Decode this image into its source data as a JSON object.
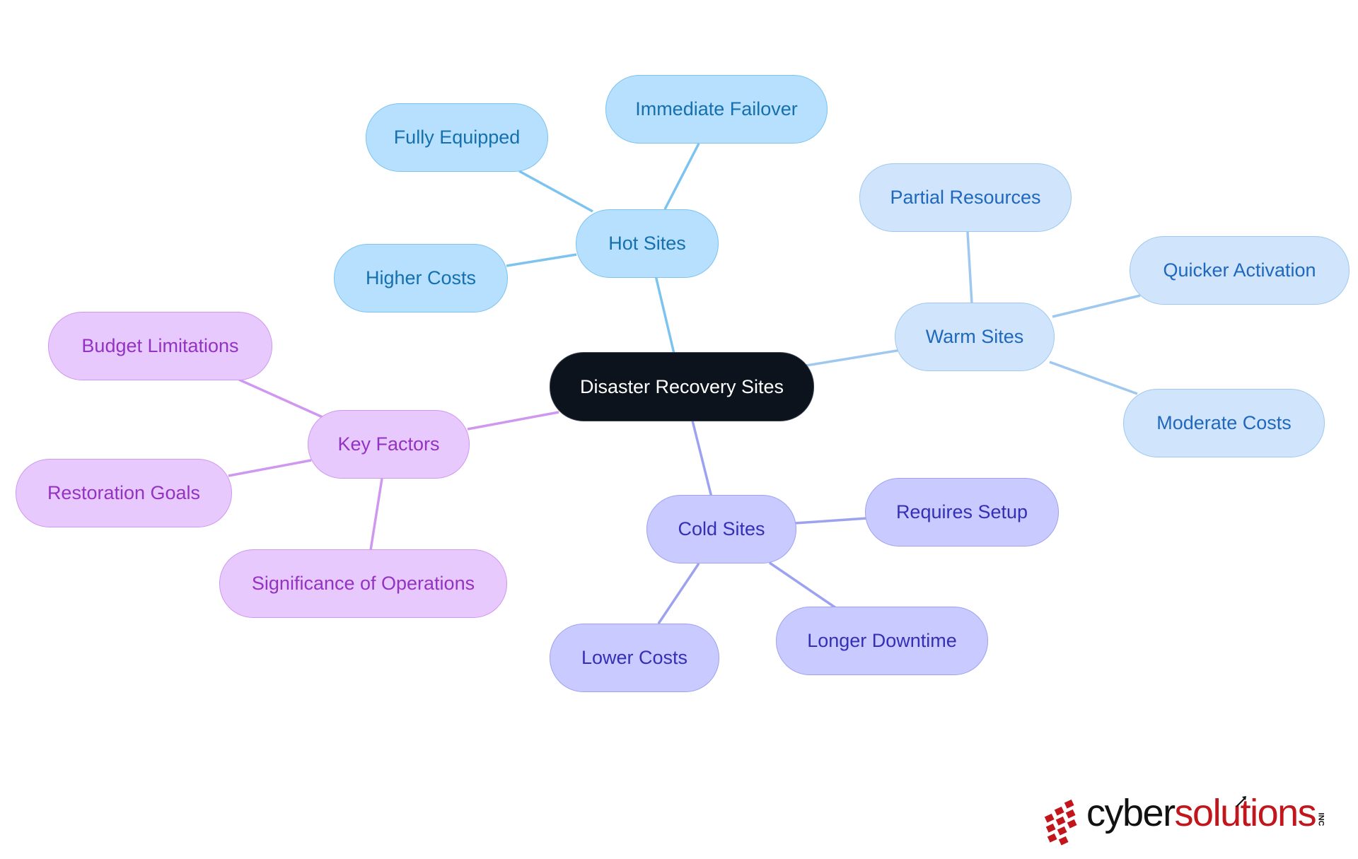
{
  "diagram": {
    "root": "Disaster Recovery Sites",
    "branches": {
      "hot": {
        "label": "Hot Sites",
        "children": [
          "Immediate Failover",
          "Fully Equipped",
          "Higher Costs"
        ],
        "color": "#7cc3ef"
      },
      "warm": {
        "label": "Warm Sites",
        "children": [
          "Partial Resources",
          "Quicker Activation",
          "Moderate Costs"
        ],
        "color": "#9ec8f0"
      },
      "cold": {
        "label": "Cold Sites",
        "children": [
          "Requires Setup",
          "Longer Downtime",
          "Lower Costs"
        ],
        "color": "#9da2f0"
      },
      "key": {
        "label": "Key Factors",
        "children": [
          "Budget Limitations",
          "Restoration Goals",
          "Significance of Operations"
        ],
        "color": "#cf97ef"
      }
    }
  },
  "logo": {
    "text_dark": "cyber",
    "text_red": "solutions",
    "suffix": "INC"
  }
}
